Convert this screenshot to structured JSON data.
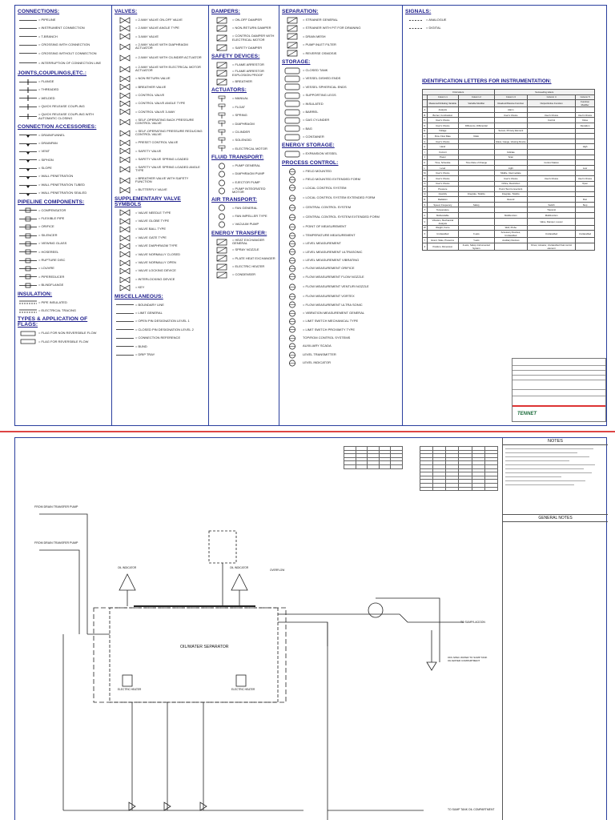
{
  "legend": {
    "connections": {
      "title": "CONNECTIONS:",
      "items": [
        "= PIPELINE",
        "= INSTRUMENT CONNECTION",
        "= T-BRANCH",
        "= CROSSING WITH CONNECTION",
        "= CROSSING WITHOUT CONNECTION",
        "= INTERRUPTION OF CONNECTION LINE"
      ]
    },
    "joints": {
      "title": "JOINTS,COUPLINGS,ETC.:",
      "items": [
        "= FLANGE",
        "= THREADED",
        "= WELDED",
        "= QUICK RELEASE COUPLING",
        "= QUICK RELEASE COUPLING WITH AUTOMATIC CLOSING"
      ]
    },
    "accessories": {
      "title": "CONNECTION ACCESSORIES:",
      "items": [
        "= DRAIN/FUNNEL",
        "= DRAINPAN",
        "= VENT",
        "= SIPHON",
        "= SLOPE",
        "= WALL PENETRATION",
        "= WALL PENETRATION TUBED",
        "= WALL PENETRATION SEALED"
      ]
    },
    "pipeline": {
      "title": "PIPELINE COMPONENTS:",
      "items": [
        "= COMPENSATOR",
        "= FLEXIBLE PIPE",
        "= ORIFICE",
        "= SILENCER",
        "= VIEWING GLASS",
        "= HOSEREEL",
        "= RUPTURE DISC",
        "= LOUVRE",
        "= PIPEREDUCER",
        "= BLINDFLANGE"
      ]
    },
    "insulation": {
      "title": "INSULATION:",
      "items": [
        "= PIPE INSULATED",
        "= ELECTRICAL TRACING"
      ]
    },
    "flags": {
      "title": "TYPES & APPLICATION OF FLAGS:",
      "items": [
        "= FLAG FOR NON REVERSIBLE FLOW",
        "= FLAG FOR REVERSIBLE FLOW"
      ]
    },
    "valves": {
      "title": "VALVES:",
      "items": [
        "= 2-WAY VALVE ON-OFF VALVE",
        "= 2-WAY VALVE ANGLE TYPE",
        "= 3-WAY VALVE",
        "= 2-WAY VALVE WITH DIAPHRAGM ACTUATOR",
        "= 2-WAY VALVE WITH CILINDER ACTUATOR",
        "= 2-WAY VALVE WITH ELECTRICAL MOTOR ACTUATOR",
        "= NON RETURN VALVE",
        "= BREATHER VALVE",
        "= CONTROL VALVE",
        "= CONTROL VALVE ANGLE TYPE",
        "= CONTROL VALVE 3-WAY",
        "= SELF-OPERATING BACK PRESSURE CONTROL VALVE",
        "= SELF-OPERATING PRESSURE REDUCING CONTROL VALVE",
        "= PRESET CONTROL VALVE",
        "= SAFETY VALVE",
        "= SAFETY VALVE SPRING LOADED",
        "= SAFETY VALVE SPRING LOADED ANGLE TYPE",
        "= BREATHER VALVE WITH SAFETY FUNCTION",
        "= BUTTERFLY VALVE"
      ]
    },
    "supp_valves": {
      "title": "SUPPLEMENTARY VALVE SYMBOLS",
      "items": [
        "= VALVE NEEDLE TYPE",
        "= VALVE GLOBE TYPE",
        "= VALVE BALL TYPE",
        "= VALVE GATE TYPE",
        "= VALVE DIAPHRAGM TYPE",
        "= VALVE NORMALLY CLOSED",
        "= VALVE NORMALLY OPEN",
        "= VALVE LOCKING DEVICE",
        "= INTERLOCKING DEVICE",
        "= KEY"
      ]
    },
    "misc": {
      "title": "MISCELLANEOUS:",
      "items": [
        "= BOUNDARY LINE",
        "= LIMIT GENERAL",
        "= OPEN PIN DESIGNATION LEVEL 1",
        "= CLOSED PIN DESIGNATION LEVEL 2",
        "= CONNECTION REFERENCE",
        "= BUND",
        "= DRIP TRAY"
      ]
    },
    "dampers": {
      "title": "DAMPERS:",
      "items": [
        "= ON-OFF DAMPER",
        "= NON-RETURN DAMPER",
        "= CONTROL DAMPER WITH ELECTRICAL MOTOR",
        "= SAFETY DAMPER"
      ]
    },
    "safety": {
      "title": "SAFETY DEVICES:",
      "items": [
        "= FLAME ARRESTOR",
        "= FLAME ARRESTOR EXPLOSION PROOF",
        "= BREATHER"
      ]
    },
    "actuators": {
      "title": "ACTUATORS:",
      "items": [
        "= MANUAL",
        "= FLOAT",
        "= SPRING",
        "= DIAPHRAGM",
        "= CILINDER",
        "= SOLENOID",
        "= ELECTRICAL MOTOR"
      ]
    },
    "fluid": {
      "title": "FLUID TRANSPORT:",
      "items": [
        "= PUMP GENERAL",
        "= DIAPHRAGM PUMP",
        "= EJECTOR PUMP",
        "= PUMP INTEGRATED MOTOR"
      ]
    },
    "air": {
      "title": "AIR TRANSPORT:",
      "items": [
        "= FAN GENERAL",
        "= FAN IMPELLER TYPE",
        "= VACUUM PUMP"
      ]
    },
    "energy_transfer": {
      "title": "ENERGY TRANSFER:",
      "items": [
        "= HEAT EXCHANGER GENERAL",
        "= SPRAY NOZZLE",
        "= PLATE HEAT EXCHANGER",
        "= ELECTRIC HEATER",
        "= CONDENSER"
      ]
    },
    "separation": {
      "title": "SEPARATION:",
      "items": [
        "= STRAINER GENERAL",
        "= STRAINER WITH PIT FOR DRAINING",
        "= DRAIN MESH",
        "= PUMP INLET FILTER",
        "= REVERSE OSMOSIS"
      ]
    },
    "storage": {
      "title": "STORAGE:",
      "items": [
        "= CLOSED TANK",
        "= VESSEL DISHED ENDS",
        "= VESSEL SPHERICAL ENDS",
        "= SUPPORTING LEGS",
        "= INSULATED",
        "= BARREL",
        "= GAS CYLINDER",
        "= BAG",
        "= CONTAINER"
      ]
    },
    "energy_storage": {
      "title": "ENERGY STORAGE:",
      "items": [
        "= EXPANSION VESSEL"
      ]
    },
    "process": {
      "title": "PROCESS CONTROL:",
      "items": [
        "= FIELD MOUNTED",
        "= FIELD MOUNTED EXTENDED FORM",
        "= LOCAL CONTROL SYSTEM",
        "= LOCAL CONTROL SYSTEM EXTENDED FORM",
        "= CENTRAL CONTROL SYSTEM",
        "= CENTRAL CONTROL SYSTEM EXTENDED FORM",
        "= POINT OF MEASUREMENT",
        "= TEMPERATURE MEASUREMENT",
        "= LEVEL MEASUREMENT",
        "= LEVEL MEASUREMENT ULTRASONIC",
        "= LEVEL MEASUREMENT VIBRATING",
        "= FLOW MEASUREMENT ORIFICE",
        "= FLOW MEASUREMENT FLOW NOZZLE",
        "= FLOW MEASUREMENT VENTURI NOZZLE",
        "= FLOW MEASUREMENT VORTEX",
        "= FLOW MEASUREMENT ULTRA SONIC",
        "= VIBRATION MEASUREMENT GENERAL",
        "= LIMIT SWITCH MECHANICAL TYPE",
        "= LIMIT SWITCH PROXIMITY TYPE",
        "TOP/ROM CONTROL SYSTEMS",
        "AUXILIARY SCADA",
        "LEVEL TRANSMITTER",
        "LEVEL INDICATOR"
      ]
    },
    "signals": {
      "title": "SIGNALS:",
      "items": [
        "= ANALOGUE",
        "= DIGITAL"
      ]
    },
    "id_letters": {
      "title": "IDENTIFICATION LETTERS FOR INSTRUMENTATION:",
      "header_first": "First letters",
      "header_succ": "Succeeding letters",
      "col_heads": [
        "Column 1",
        "Column 2",
        "Column 3",
        "Column 4",
        "Column 5"
      ],
      "col_subs": [
        "Measured/Initiating Variable",
        "Variable Modifier",
        "Readout/Passive Function",
        "Output/Active Function",
        "Function Modifier"
      ],
      "rows": [
        [
          "A",
          "Analysis",
          "",
          "Alarm",
          "",
          ""
        ],
        [
          "B",
          "Burner, Combustion",
          "",
          "User's Choice",
          "User's Choice",
          "User's Choice"
        ],
        [
          "C",
          "User's Choice",
          "",
          "",
          "Control",
          "Close"
        ],
        [
          "D",
          "User's Choice",
          "Difference, Differential",
          "",
          "",
          "Deviation"
        ],
        [
          "E",
          "Voltage",
          "",
          "Sensor, Primary Element",
          "",
          ""
        ],
        [
          "F",
          "Flow, Flow Rate",
          "Ratio",
          "",
          "",
          ""
        ],
        [
          "G",
          "User's Choice",
          "",
          "Glass, Gauge, Viewing Device",
          "",
          ""
        ],
        [
          "H",
          "Hand",
          "",
          "",
          "",
          "High"
        ],
        [
          "I",
          "Current",
          "",
          "Indicate",
          "",
          ""
        ],
        [
          "J",
          "Power",
          "",
          "Scan",
          "",
          ""
        ],
        [
          "K",
          "Time, Schedule",
          "Time Rate of Change",
          "",
          "Control Station",
          ""
        ],
        [
          "L",
          "Level",
          "",
          "Light",
          "",
          "Low"
        ],
        [
          "M",
          "User's Choice",
          "",
          "Middle, Intermediate",
          "",
          ""
        ],
        [
          "N",
          "User's Choice",
          "",
          "User's Choice",
          "User's Choice",
          "User's Choice"
        ],
        [
          "O",
          "User's Choice",
          "",
          "Orifice, Restriction",
          "",
          "Open"
        ],
        [
          "P",
          "Pressure",
          "",
          "Point (Test Connection)",
          "",
          ""
        ],
        [
          "Q",
          "Quantity",
          "Integrate, Totalize",
          "Integrate, Totalize",
          "",
          ""
        ],
        [
          "R",
          "Radiation",
          "",
          "Record",
          "",
          "Run"
        ],
        [
          "S",
          "Speed, Frequency",
          "Safety",
          "",
          "Switch",
          "Stop"
        ],
        [
          "T",
          "Temperature",
          "",
          "",
          "Transmit",
          ""
        ],
        [
          "U",
          "Multivariable",
          "",
          "Multifunction",
          "Multifunction",
          ""
        ],
        [
          "V",
          "Vibration, Mechanical Analysis",
          "",
          "",
          "Valve, Damper, Louver",
          ""
        ],
        [
          "W",
          "Weight, Force",
          "",
          "Well, Probe",
          "",
          ""
        ],
        [
          "X",
          "Unclassified",
          "X-axis",
          "Accessory Devices, Unclassified",
          "Unclassified",
          "Unclassified"
        ],
        [
          "Y",
          "Event, State, Presence",
          "Y-axis",
          "Auxiliary Devices",
          "",
          ""
        ],
        [
          "Z",
          "Position, Dimension",
          "Z-axis, Safety Instrumented System",
          "",
          "Driver, Actuator, Unclassified final control element",
          ""
        ]
      ]
    },
    "logo": "TENNET"
  },
  "pid": {
    "notes_title": "NOTES",
    "general_notes_title": "GENERAL NOTES",
    "separator_label": "OIL/WATER SEPARATOR",
    "from_top_1": "FROM DRAIN TRANSFER PUMP",
    "from_top_2": "FROM DRAIN TRANSFER PUMP",
    "to_sump_1": "TO SUMP/LAGOON",
    "to_sump_2": "TO SUMP TANK OIL COMPARTMENT",
    "heater_left": "ELECTRIC HEATER",
    "heater_right": "ELECTRIC HEATER",
    "overflow": "OVERFLOW",
    "indicator_1": "OIL INDICATOR",
    "indicator_2": "OIL INDICATOR",
    "off_spec": "OFF-SPEC WATER TO SUMP TANK OIL/WATER COMPARTMENT"
  },
  "colors": {
    "border": "#2a3f9e",
    "title": "#1a1a8a",
    "divider": "#dd4444"
  }
}
